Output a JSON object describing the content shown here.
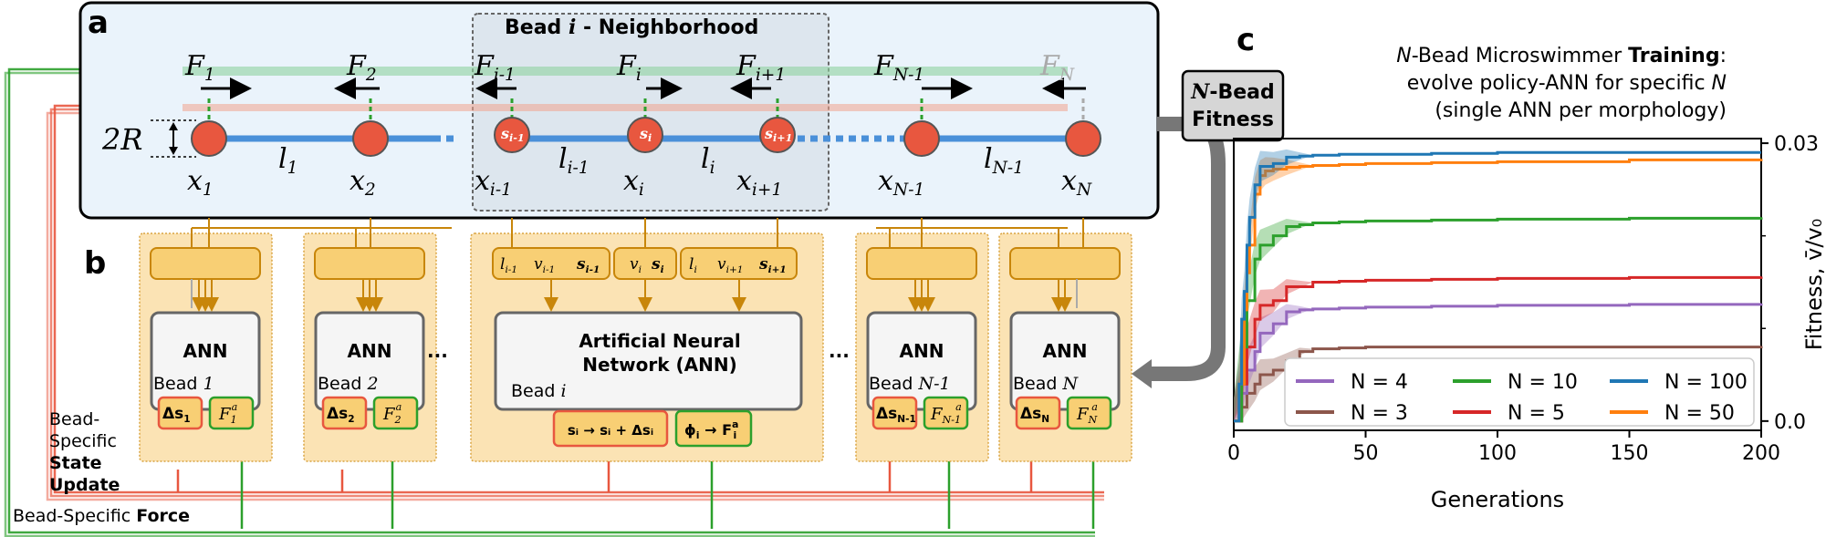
{
  "panel_labels": {
    "a": "a",
    "b": "b",
    "c": "c"
  },
  "panel_a": {
    "neighborhood_title_pre": "Bead ",
    "neighborhood_title_i": "i",
    "neighborhood_title_post": " - Neighborhood",
    "radius_label": "2R",
    "forces": [
      "F",
      "F",
      "F",
      "F",
      "F",
      "F",
      "F"
    ],
    "force_subs": [
      "1",
      "2",
      "i-1",
      "i",
      "i+1",
      "N-1",
      "N"
    ],
    "positions": [
      "x",
      "x",
      "x",
      "x",
      "x",
      "x",
      "x"
    ],
    "position_subs": [
      "1",
      "2",
      "i-1",
      "i",
      "i+1",
      "N-1",
      "N"
    ],
    "lengths": [
      "l",
      "l",
      "l",
      "l"
    ],
    "length_subs": [
      "1",
      "i-1",
      "i",
      "N-1"
    ],
    "bead_labels": [
      "s",
      "s",
      "s"
    ],
    "bead_label_subs": [
      "i-1",
      "i",
      "i+1"
    ]
  },
  "panel_b": {
    "ann_label": "ANN",
    "ann_big_line1": "Artificial Neural",
    "ann_big_line2": "Network (ANN)",
    "bead_word": "Bead ",
    "bead_suffixes": [
      "1",
      "2",
      "i",
      "N-1",
      "N"
    ],
    "ellipsis": "...",
    "delta_s": [
      "Δs",
      "Δs",
      "Δs",
      "Δs"
    ],
    "delta_s_subs": [
      "1",
      "2",
      "N-1",
      "N"
    ],
    "force_a": [
      "F",
      "F",
      "F",
      "F"
    ],
    "force_a_subs": [
      "1",
      "2",
      "N-1",
      "N"
    ],
    "force_a_sup": "a",
    "input_boxes": [
      "l",
      "v",
      "s",
      "v",
      "s",
      "l",
      "v",
      "s"
    ],
    "input_subs": [
      "i-1",
      "i-1",
      "i-1",
      "i",
      "i",
      "i",
      "i+1",
      "i+1"
    ],
    "state_update_rule": "sᵢ → sᵢ + Δsᵢ",
    "force_rule_phi": "ϕ",
    "force_rule_sub": "i",
    "force_rule_arrow": " → F",
    "force_rule_sup": "a",
    "force_rule_sub2": "i",
    "side_label_line1": "Bead-",
    "side_label_line2": "Specific",
    "side_label_line3": "State",
    "side_label_line4": "Update",
    "force_label_pre": "Bead-Specific ",
    "force_label_bold": "Force"
  },
  "fitness_box": {
    "line1_italic": "N",
    "line1_rest": "-Bead",
    "line2": "Fitness"
  },
  "panel_c": {
    "title_line1_italic": "N",
    "title_line1_mid": "-Bead Microswimmer ",
    "title_line1_bold": "Training",
    "title_line1_end": ":",
    "title_line2_pre": "evolve policy-ANN for specific ",
    "title_line2_italic": "N",
    "title_line3": "(single ANN per morphology)"
  },
  "chart_data": {
    "type": "line",
    "xlabel": "Generations",
    "ylabel": "Fitness, v̄/v₀",
    "xlim": [
      0,
      200
    ],
    "ylim": [
      -0.001,
      0.0305
    ],
    "xticks": [
      0,
      50,
      100,
      150,
      200
    ],
    "yticks": [
      0.0,
      0.03
    ],
    "ytick_labels": [
      "0.0",
      "0.03"
    ],
    "grid": false,
    "legend_position": "lower-right",
    "series": [
      {
        "name": "N = 100",
        "color": "#1f77b4",
        "x": [
          0,
          2,
          3,
          4,
          5,
          6,
          8,
          10,
          15,
          20,
          25,
          30,
          40,
          50,
          75,
          100,
          150,
          200
        ],
        "y": [
          0.0,
          0.004,
          0.011,
          0.014,
          0.019,
          0.022,
          0.0255,
          0.0275,
          0.0278,
          0.0285,
          0.0286,
          0.0287,
          0.0288,
          0.0288,
          0.0289,
          0.029,
          0.029,
          0.029
        ]
      },
      {
        "name": "N = 50",
        "color": "#ff7f0e",
        "x": [
          0,
          2,
          4,
          5,
          6,
          8,
          10,
          12,
          15,
          20,
          25,
          30,
          40,
          50,
          75,
          100,
          150,
          200
        ],
        "y": [
          0.0,
          0.004,
          0.012,
          0.016,
          0.019,
          0.0245,
          0.0265,
          0.027,
          0.0272,
          0.0274,
          0.0275,
          0.0276,
          0.0277,
          0.0278,
          0.0279,
          0.028,
          0.0282,
          0.0283
        ]
      },
      {
        "name": "N = 10",
        "color": "#2ca02c",
        "x": [
          0,
          3,
          5,
          8,
          10,
          15,
          20,
          25,
          30,
          40,
          50,
          75,
          100,
          150,
          200
        ],
        "y": [
          0.0,
          0.008,
          0.013,
          0.0175,
          0.019,
          0.02,
          0.021,
          0.0212,
          0.0214,
          0.0215,
          0.0216,
          0.0217,
          0.0218,
          0.0219,
          0.022
        ]
      },
      {
        "name": "N = 5",
        "color": "#d62728",
        "x": [
          0,
          3,
          5,
          8,
          10,
          15,
          20,
          30,
          40,
          50,
          75,
          100,
          150,
          200
        ],
        "y": [
          0.0,
          0.004,
          0.008,
          0.011,
          0.0125,
          0.013,
          0.0145,
          0.015,
          0.0151,
          0.0152,
          0.0153,
          0.0154,
          0.0155,
          0.0156
        ]
      },
      {
        "name": "N = 4",
        "color": "#9467bd",
        "x": [
          0,
          3,
          5,
          8,
          10,
          15,
          20,
          25,
          30,
          40,
          50,
          75,
          100,
          150,
          200
        ],
        "y": [
          0.0,
          0.003,
          0.0055,
          0.0075,
          0.0095,
          0.0105,
          0.0118,
          0.012,
          0.0121,
          0.0122,
          0.0123,
          0.0124,
          0.0125,
          0.0126,
          0.0127
        ]
      },
      {
        "name": "N = 3",
        "color": "#8c564b",
        "x": [
          0,
          3,
          5,
          8,
          10,
          15,
          20,
          25,
          30,
          40,
          50,
          75,
          100,
          150,
          200
        ],
        "y": [
          0.0,
          0.0015,
          0.003,
          0.004,
          0.005,
          0.0055,
          0.0065,
          0.0075,
          0.0078,
          0.0079,
          0.008,
          0.008,
          0.008,
          0.008,
          0.0081
        ]
      }
    ],
    "legend": [
      "N = 4",
      "N = 10",
      "N = 100",
      "N = 3",
      "N = 5",
      "N = 50"
    ]
  }
}
